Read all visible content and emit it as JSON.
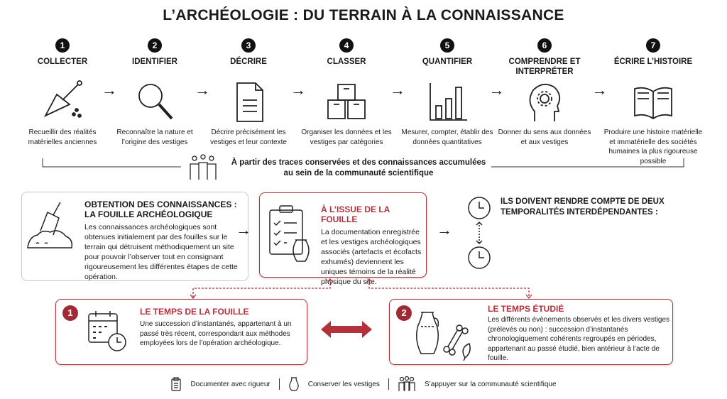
{
  "title": "L’ARCHÉOLOGIE : DU TERRAIN À LA CONNAISSANCE",
  "steps": [
    {
      "num": "1",
      "label": "COLLECTER",
      "desc": "Recueillir des réalités matérielles anciennes"
    },
    {
      "num": "2",
      "label": "IDENTIFIER",
      "desc": "Reconnaître la nature et l’origine des vestiges"
    },
    {
      "num": "3",
      "label": "DÉCRIRE",
      "desc": "Décrire précisément les vestiges et leur contexte"
    },
    {
      "num": "4",
      "label": "CLASSER",
      "desc": "Organiser les données et les vestiges par catégories"
    },
    {
      "num": "5",
      "label": "QUANTIFIER",
      "desc": "Mesurer, compter, établir des données quantitatives"
    },
    {
      "num": "6",
      "label": "COMPRENDRE ET INTERPRÉTER",
      "desc": "Donner du sens aux données et aux vestiges"
    },
    {
      "num": "7",
      "label": "ÉCRIRE L’HISTOIRE",
      "desc": "Produire une histoire matérielle et immatérielle des sociétés humaines la plus rigoureuse possible"
    }
  ],
  "community": "À partir des traces conservées et des connaissances accumulées au sein de la communauté scientifique",
  "fouille": {
    "title": "OBTENTION DES CONNAISSANCES : LA FOUILLE ARCHÉOLOGIQUE",
    "text": "Les connaissances archéologiques sont obtenues initialement par des fouilles sur le terrain qui détruisent méthodiquement un site pour pouvoir l’observer tout en consignant rigoureusement les différentes étapes de cette opération."
  },
  "issue": {
    "title": "À L’ISSUE DE LA FOUILLE",
    "text": "La documentation enregistrée et les vestiges archéologiques associés (artefacts et écofacts exhumés) deviennent les uniques témoins de la réalité physique du site."
  },
  "temporalites": "ILS DOIVENT RENDRE COMPTE DE DEUX TEMPORALITÉS INTERDÉPENDANTES :",
  "temps1": {
    "num": "1",
    "title": "LE TEMPS DE LA FOUILLE",
    "text": "Une succession d’instantanés, appartenant à un passé très récent, correspondant aux méthodes employées lors de l’opération archéologique."
  },
  "temps2": {
    "num": "2",
    "title": "LE TEMPS ÉTUDIÉ",
    "text": "Les différents évènements observés et les divers vestiges (prélevés ou non) : succession d’instantanés chronologiquement cohérents regroupés en périodes, appartenant au passé étudié, bien antérieur à l’acte de fouille."
  },
  "legend": [
    "Documenter avec rigueur",
    "Conserver les vestiges",
    "S’appuyer sur la communauté scientifique"
  ],
  "colors": {
    "accent": "#b2313b"
  }
}
